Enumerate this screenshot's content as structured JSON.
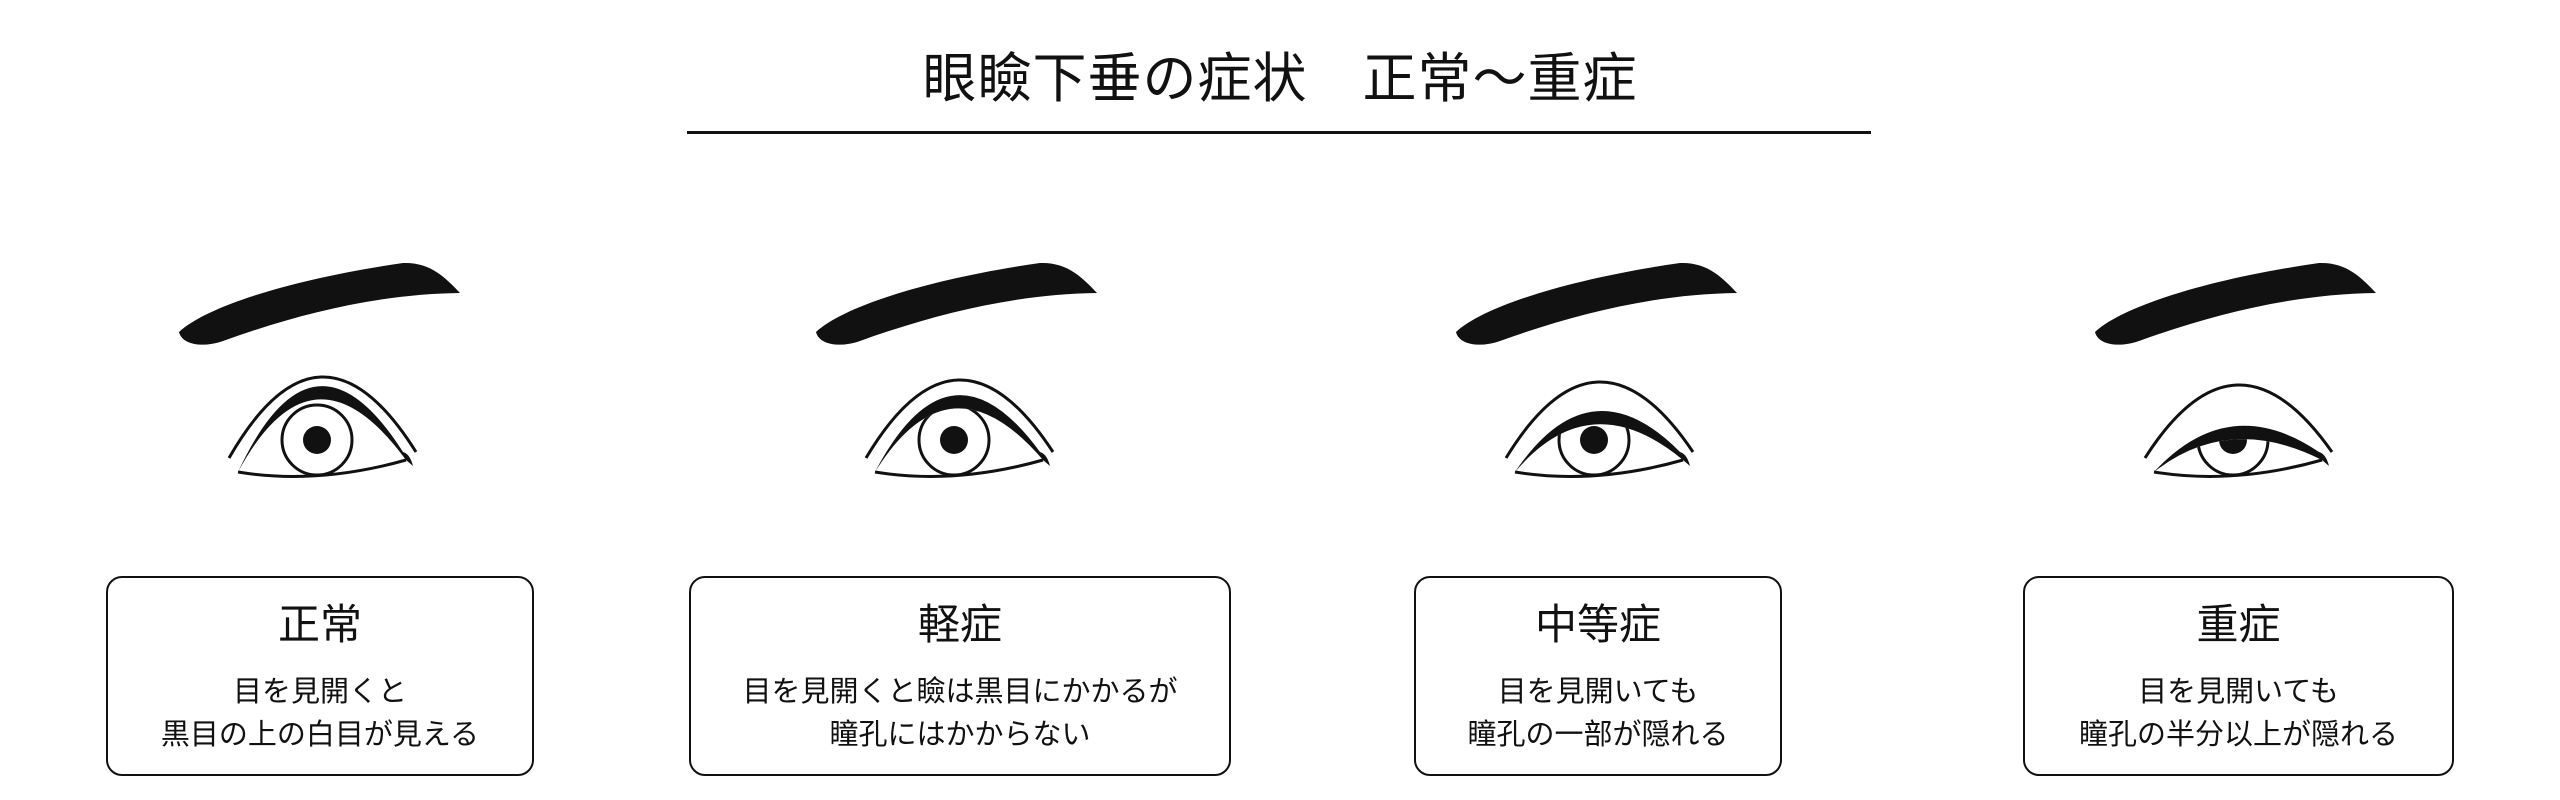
{
  "title": "眼瞼下垂の症状　正常〜重症",
  "stages": [
    {
      "name": "正常",
      "desc": [
        "目を見開くと",
        "黒目の上の白目が見える"
      ]
    },
    {
      "name": "軽症",
      "desc": [
        "目を見開くと瞼は黒目にかかるが",
        "瞳孔にはかからない"
      ]
    },
    {
      "name": "中等症",
      "desc": [
        "目を見開いても",
        "瞳孔の一部が隠れる"
      ]
    },
    {
      "name": "重症",
      "desc": [
        "目を見開いても",
        "瞳孔の半分以上が隠れる"
      ]
    }
  ],
  "colors": {
    "ink": "#111111",
    "background": "#ffffff"
  }
}
